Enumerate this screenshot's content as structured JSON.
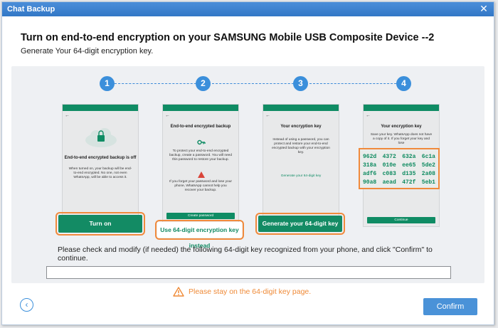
{
  "window": {
    "title": "Chat Backup",
    "close_glyph": "✕"
  },
  "heading": "Turn on end-to-end encryption on your SAMSUNG Mobile USB Composite Device --2",
  "subheading": "Generate Your 64-digit encryption key.",
  "steps": [
    "1",
    "2",
    "3",
    "4"
  ],
  "phones": [
    {
      "title": "End-to-end encrypted backup is off",
      "text": "When turned on, your backup will be end-to-end encrypted. No one, not even WhatsApp, will be able to access it."
    },
    {
      "title": "End-to-end encrypted backup",
      "text": "To protect your end-to-end encrypted backup, create a password. You will need this password to restore your backup.",
      "text2": "If you forget your password and lose your phone, WhatsApp cannot help you recover your backup.",
      "bar": "Create password"
    },
    {
      "title": "Your encryption key",
      "text": "Instead of using a password, you can protect and restore your end-to-end encrypted backup with your encryption key.",
      "link": "Generate your 64-digit key"
    },
    {
      "title": "Your encryption key",
      "text": "Save your key. WhatsApp does not have a copy of it. If you forget your key and lose",
      "bar": "Continue"
    }
  ],
  "key_rows": [
    [
      "962d",
      "4372",
      "632a",
      "6c1a"
    ],
    [
      "318a",
      "010e",
      "ee65",
      "5de2"
    ],
    [
      "adf6",
      "c083",
      "d135",
      "2a08"
    ],
    [
      "90a8",
      "aead",
      "472f",
      "5eb1"
    ]
  ],
  "buttons": {
    "turn_on": "Turn on",
    "use_key": "Use 64-digit encryption key instead",
    "generate": "Generate your 64-digit key",
    "confirm": "Confirm",
    "back_glyph": "‹"
  },
  "instruction": "Please check and modify (if needed)  the following 64-digit key recognized from your phone, and click \"Confirm\" to continue.",
  "key_input": {
    "value": "",
    "placeholder": ""
  },
  "warning": "Please stay on the 64-digit key page.",
  "colors": {
    "accent": "#3b8fdb",
    "whatsapp_green": "#138b64",
    "highlight": "#f08a3c",
    "warning": "#ef8a37"
  }
}
